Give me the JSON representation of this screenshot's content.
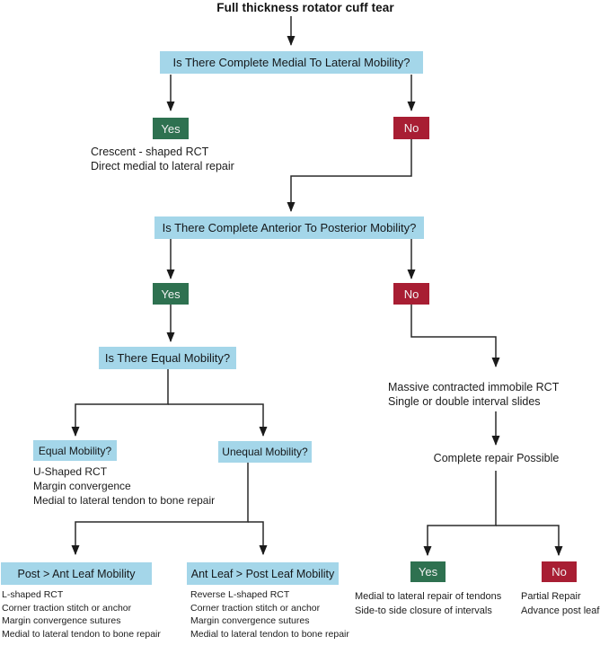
{
  "colors": {
    "question_bg": "#a4d6e9",
    "yes_bg": "#2e7150",
    "no_bg": "#a81e33",
    "line": "#2a2a2a"
  },
  "root": {
    "title": "Full thickness rotator cuff tear"
  },
  "labels": {
    "yes": "Yes",
    "no": "No"
  },
  "q1": {
    "text": "Is There Complete Medial To Lateral Mobility?",
    "yes_notes": [
      "Crescent - shaped RCT",
      "Direct medial to lateral repair"
    ]
  },
  "q2": {
    "text": "Is There Complete Anterior To Posterior Mobility?"
  },
  "q3": {
    "text": "Is There Equal Mobility?"
  },
  "equal": {
    "label": "Equal Mobility?",
    "notes": [
      "U-Shaped RCT",
      "Margin convergence",
      "Medial to lateral tendon to bone repair"
    ]
  },
  "unequal": {
    "label": "Unequal Mobility?"
  },
  "post_ant": {
    "label": "Post > Ant Leaf Mobility",
    "notes": [
      "L-shaped RCT",
      "Corner traction stitch or anchor",
      "Margin convergence sutures",
      "Medial to lateral tendon to bone repair"
    ]
  },
  "ant_post": {
    "label": "Ant Leaf > Post Leaf Mobility",
    "notes": [
      "Reverse L-shaped RCT",
      "Corner traction stitch or anchor",
      "Margin convergence sutures",
      "Medial to lateral tendon to bone repair"
    ]
  },
  "massive": {
    "notes": [
      "Massive contracted immobile RCT",
      "Single or double interval slides"
    ]
  },
  "complete_repair": {
    "text": "Complete repair Possible",
    "yes_notes": [
      "Medial to lateral repair of tendons",
      "Side-to side closure of intervals"
    ],
    "no_notes": [
      "Partial Repair",
      "Advance post leaf"
    ]
  }
}
